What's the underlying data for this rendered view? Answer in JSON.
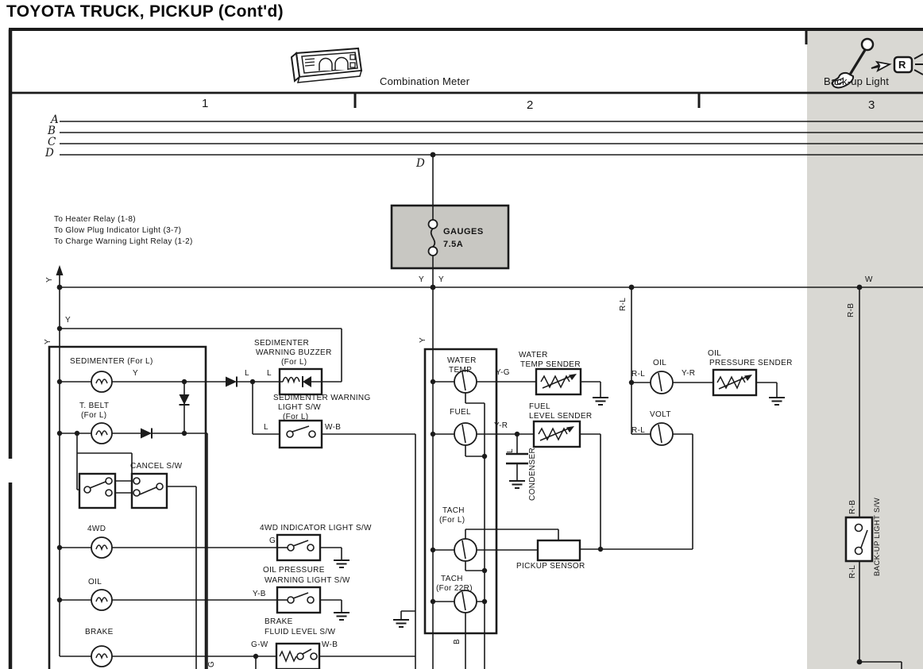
{
  "title": "TOYOTA TRUCK, PICKUP (Cont'd)",
  "header": {
    "combination_meter": "Combination Meter",
    "backup_light": "Back-up Light",
    "backup_lamp_letter": "R",
    "columns": [
      "1",
      "2",
      "3"
    ]
  },
  "bus": {
    "rows": [
      "A",
      "B",
      "C",
      "D"
    ],
    "drop_label": "D"
  },
  "notes": {
    "line1": "To Heater Relay (1-8)",
    "line2": "To Glow Plug Indicator Light (3-7)",
    "line3": "To Charge Warning Light Relay (1-2)"
  },
  "fuse": {
    "name": "GAUGES",
    "rating": "7.5A"
  },
  "components": {
    "sedimenter": "SEDIMENTER  (For L)",
    "t_belt_1": "T. BELT",
    "t_belt_2": "(For L)",
    "cancel_sw": "CANCEL S/W",
    "lamp_4wd": "4WD",
    "lamp_oil": "OIL",
    "lamp_brake": "BRAKE",
    "buzzer_1": "SEDIMENTER",
    "buzzer_2": "WARNING BUZZER",
    "buzzer_3": "(For L)",
    "sed_light_sw_1": "SEDIMENTER WARNING",
    "sed_light_sw_2": "LIGHT S/W",
    "sed_light_sw_3": "(For L)",
    "ind_4wd_sw": "4WD INDICATOR LIGHT S/W",
    "oil_sw_1": "OIL PRESSURE",
    "oil_sw_2": "WARNING LIGHT S/W",
    "brake_sw_1": "BRAKE",
    "brake_sw_2": "FLUID LEVEL S/W",
    "water_temp_1": "WATER",
    "water_temp_2": "TEMP",
    "fuel": "FUEL",
    "tach_l_1": "TACH",
    "tach_l_2": "(For L)",
    "tach_22r_1": "TACH",
    "tach_22r_2": "(For 22R)",
    "wt_sender_1": "WATER",
    "wt_sender_2": "TEMP SENDER",
    "fuel_sender_1": "FUEL",
    "fuel_sender_2": "LEVEL SENDER",
    "condenser": "CONDENSER",
    "pickup_sensor": "PICKUP SENSOR",
    "gauge_oil": "OIL",
    "gauge_volt": "VOLT",
    "oil_sender_1": "OIL",
    "oil_sender_2": "PRESSURE SENDER",
    "backup_sw": "BACK-UP LIGHT S/W"
  },
  "wires": {
    "y_feed": "Y",
    "y_box_top": "Y",
    "y_box_in": "Y",
    "y_sed": "Y",
    "y_fuse_l": "Y",
    "y_fuse_r": "Y",
    "y_mid": "Y",
    "l_junction": "L",
    "l_buzzer": "L",
    "l_lightsw": "L",
    "l_cond": "L",
    "wb_lightsw": "W-B",
    "wb_brake": "W-B",
    "g_4wd": "G",
    "g_bottom": "G",
    "yb_oil": "Y-B",
    "gw_brake": "G-W",
    "yg_water": "Y-G",
    "yr_fuel": "Y-R",
    "yr_oil": "Y-R",
    "rl_main": "R-L",
    "rl_oil": "R-L",
    "rl_volt": "R-L",
    "rl_sw": "R-L",
    "rb_main": "R-B",
    "rb_sw": "R-B",
    "w_main": "W",
    "b_tach": "B"
  }
}
